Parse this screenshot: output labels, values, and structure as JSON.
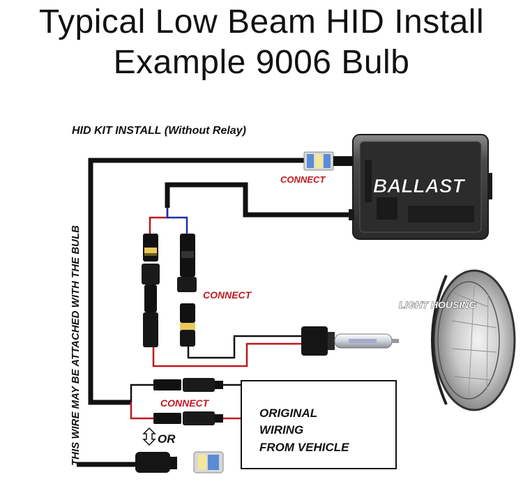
{
  "title": {
    "line1": "Typical Low Beam HID Install",
    "line2": "Example 9006 Bulb"
  },
  "diagram": {
    "subtitle": "HID KIT INSTALL (Without Relay)",
    "vertical_note": "THIS WIRE MAY BE ATTACHED WITH THE BULB",
    "connect_top": "CONNECT",
    "connect_middle": "CONNECT",
    "connect_bottom": "CONNECT",
    "ballast_label": "BALLAST",
    "light_housing_label": "LIGHT HOUSING",
    "or_label": "OR",
    "original_wiring": {
      "line1": "ORIGINAL",
      "line2": "WIRING",
      "line3": "FROM VEHICLE"
    }
  },
  "colors": {
    "wire_black": "#111111",
    "wire_red": "#c0171e",
    "wire_blue": "#1c2fa8",
    "ballast_body": "#3a3a3a",
    "connect_text": "#c0171e"
  }
}
